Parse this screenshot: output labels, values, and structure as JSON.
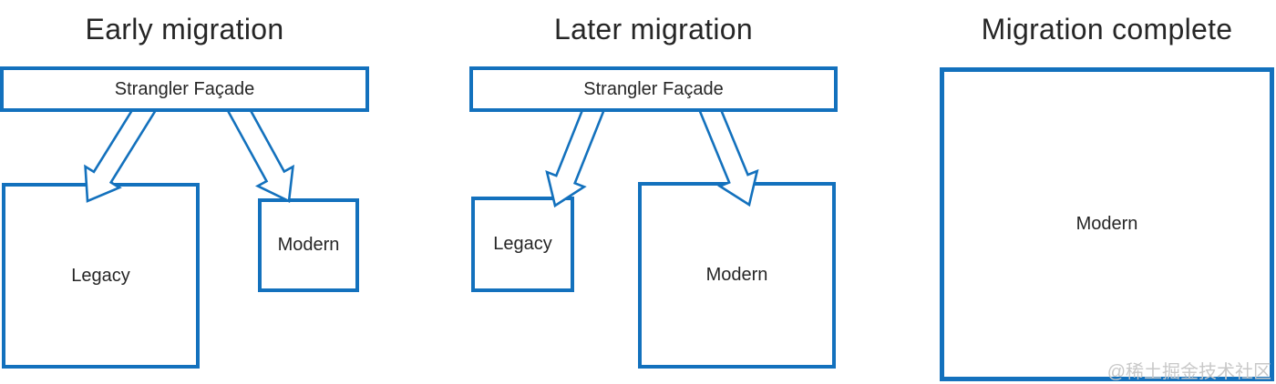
{
  "colors": {
    "accent": "#1371bd",
    "text": "#262626",
    "watermark": "#c8c8c8"
  },
  "panels": [
    {
      "id": "early",
      "title": "Early migration",
      "facade_label": "Strangler Façade",
      "legacy_label": "Legacy",
      "modern_label": "Modern"
    },
    {
      "id": "later",
      "title": "Later migration",
      "facade_label": "Strangler Façade",
      "legacy_label": "Legacy",
      "modern_label": "Modern"
    },
    {
      "id": "complete",
      "title": "Migration complete",
      "modern_label": "Modern"
    }
  ],
  "watermark": "@稀土掘金技术社区"
}
